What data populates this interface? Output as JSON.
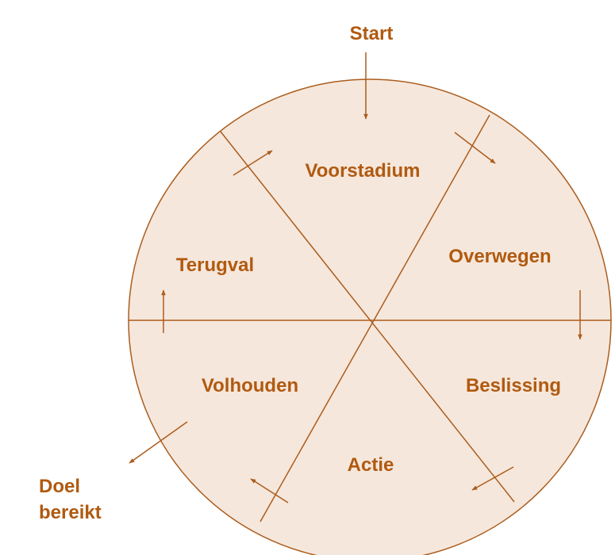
{
  "colors": {
    "stroke": "#ab5d1d",
    "fill": "#f6e7dc",
    "text": "#b05a10"
  },
  "labels": {
    "start": "Start",
    "voorstadium": "Voorstadium",
    "overwegen": "Overwegen",
    "beslissing": "Beslissing",
    "actie": "Actie",
    "volhouden": "Volhouden",
    "terugval": "Terugval",
    "doel_line1": "Doel",
    "doel_line2": "bereikt"
  }
}
